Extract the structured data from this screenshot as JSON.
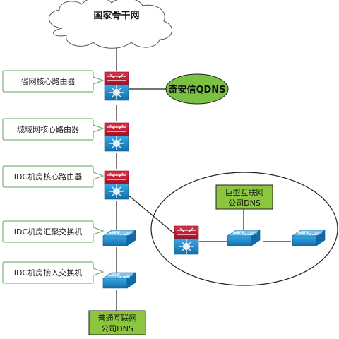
{
  "cloud": {
    "label": "国家骨干网"
  },
  "qdns": {
    "label": "奇安信QDNS"
  },
  "callouts": {
    "province_router": "省网核心路由器",
    "metro_router": "城域网核心路由器",
    "idc_router": "IDC机房核心路由器",
    "idc_aggregation": "IDC机房汇聚交换机",
    "idc_access": "IDC机房接入交换机"
  },
  "dns_boxes": {
    "giant": {
      "line1": "巨型互联网",
      "line2": "公司DNS"
    },
    "normal": {
      "line1": "普通互联网",
      "line2": "公司DNS"
    }
  },
  "colors": {
    "router_top": "#c8102e",
    "device_body": "#1a8fd0",
    "switch_body": "#1a8fd0",
    "qdns_fill": "#7ac143",
    "dns_box_fill": "#8cc63f",
    "callout_border": "#5fa35f",
    "line": "#222222"
  }
}
